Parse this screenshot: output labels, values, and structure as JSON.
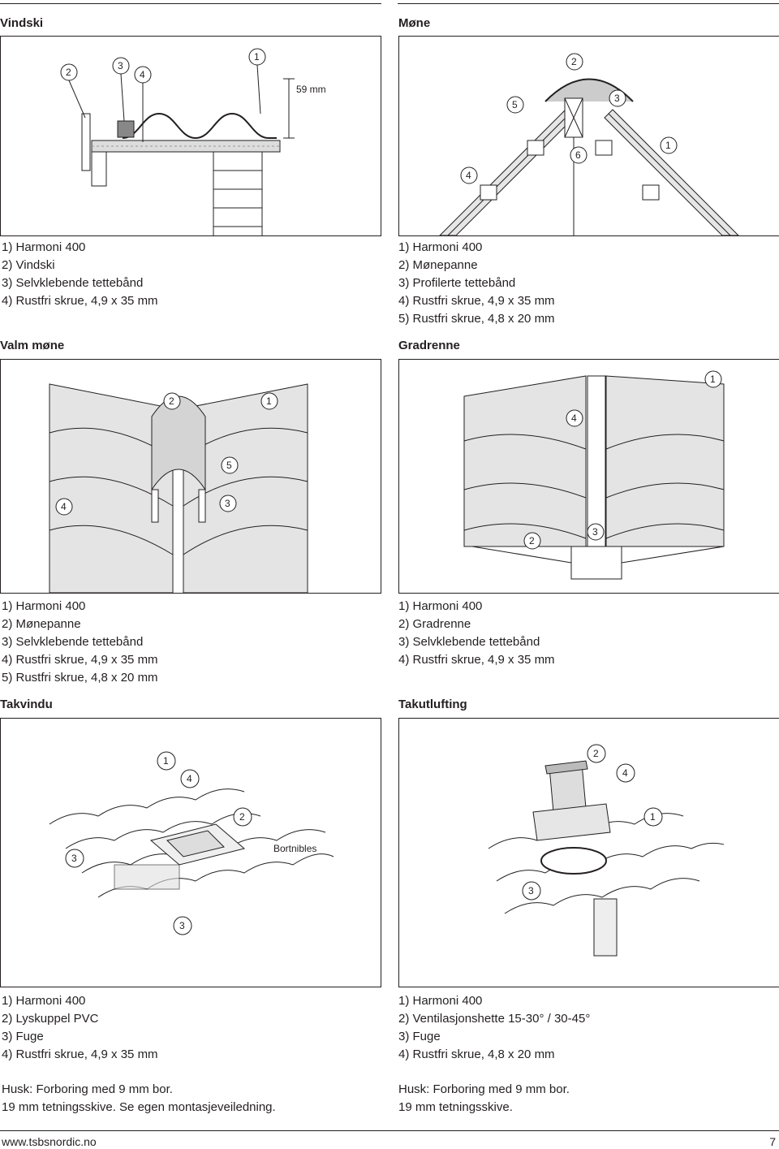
{
  "sections": [
    {
      "title": "Vindski",
      "items": [
        "1) Harmoni 400",
        "2) Vindski",
        "3) Selvklebende tettebånd",
        "4) Rustfri skrue, 4,9 x 35 mm"
      ],
      "callouts": [
        "2",
        "3",
        "4",
        "1"
      ],
      "dimension": "59 mm"
    },
    {
      "title": "Møne",
      "items": [
        "1) Harmoni 400",
        "2) Mønepanne",
        "3) Profilerte tettebånd",
        "4) Rustfri skrue, 4,9 x 35 mm",
        "5) Rustfri skrue, 4,8 x 20 mm"
      ],
      "callouts": [
        "2",
        "5",
        "3",
        "6",
        "1",
        "4"
      ]
    },
    {
      "title": "Valm møne",
      "items": [
        "1) Harmoni 400",
        "2) Mønepanne",
        "3) Selvklebende tettebånd",
        "4) Rustfri skrue, 4,9 x 35 mm",
        "5) Rustfri skrue, 4,8 x 20 mm"
      ],
      "callouts": [
        "2",
        "1",
        "5",
        "4",
        "3"
      ]
    },
    {
      "title": "Gradrenne",
      "items": [
        "1) Harmoni 400",
        "2) Gradrenne",
        "3) Selvklebende tettebånd",
        "4) Rustfri skrue, 4,9 x 35 mm"
      ],
      "callouts": [
        "1",
        "4",
        "2",
        "3"
      ]
    },
    {
      "title": "Takvindu",
      "items": [
        "1) Harmoni 400",
        "2) Lyskuppel PVC",
        "3) Fuge",
        "4) Rustfri skrue, 4,9 x 35 mm"
      ],
      "callouts": [
        "1",
        "4",
        "2",
        "3",
        "3"
      ],
      "extra_label": "Bortnibles",
      "note": [
        "Husk: Forboring med 9 mm bor.",
        "19 mm tetningsskive. Se egen montasjeveiledning."
      ]
    },
    {
      "title": "Takutlufting",
      "items": [
        "1) Harmoni 400",
        "2) Ventilasjonshette 15-30° / 30-45°",
        "3) Fuge",
        "4) Rustfri skrue, 4,8 x 20 mm"
      ],
      "callouts": [
        "2",
        "4",
        "1",
        "3"
      ],
      "note": [
        "Husk: Forboring med 9 mm bor.",
        "19 mm tetningsskive."
      ]
    }
  ],
  "footer": {
    "url": "www.tsbsnordic.no",
    "page": "7"
  }
}
